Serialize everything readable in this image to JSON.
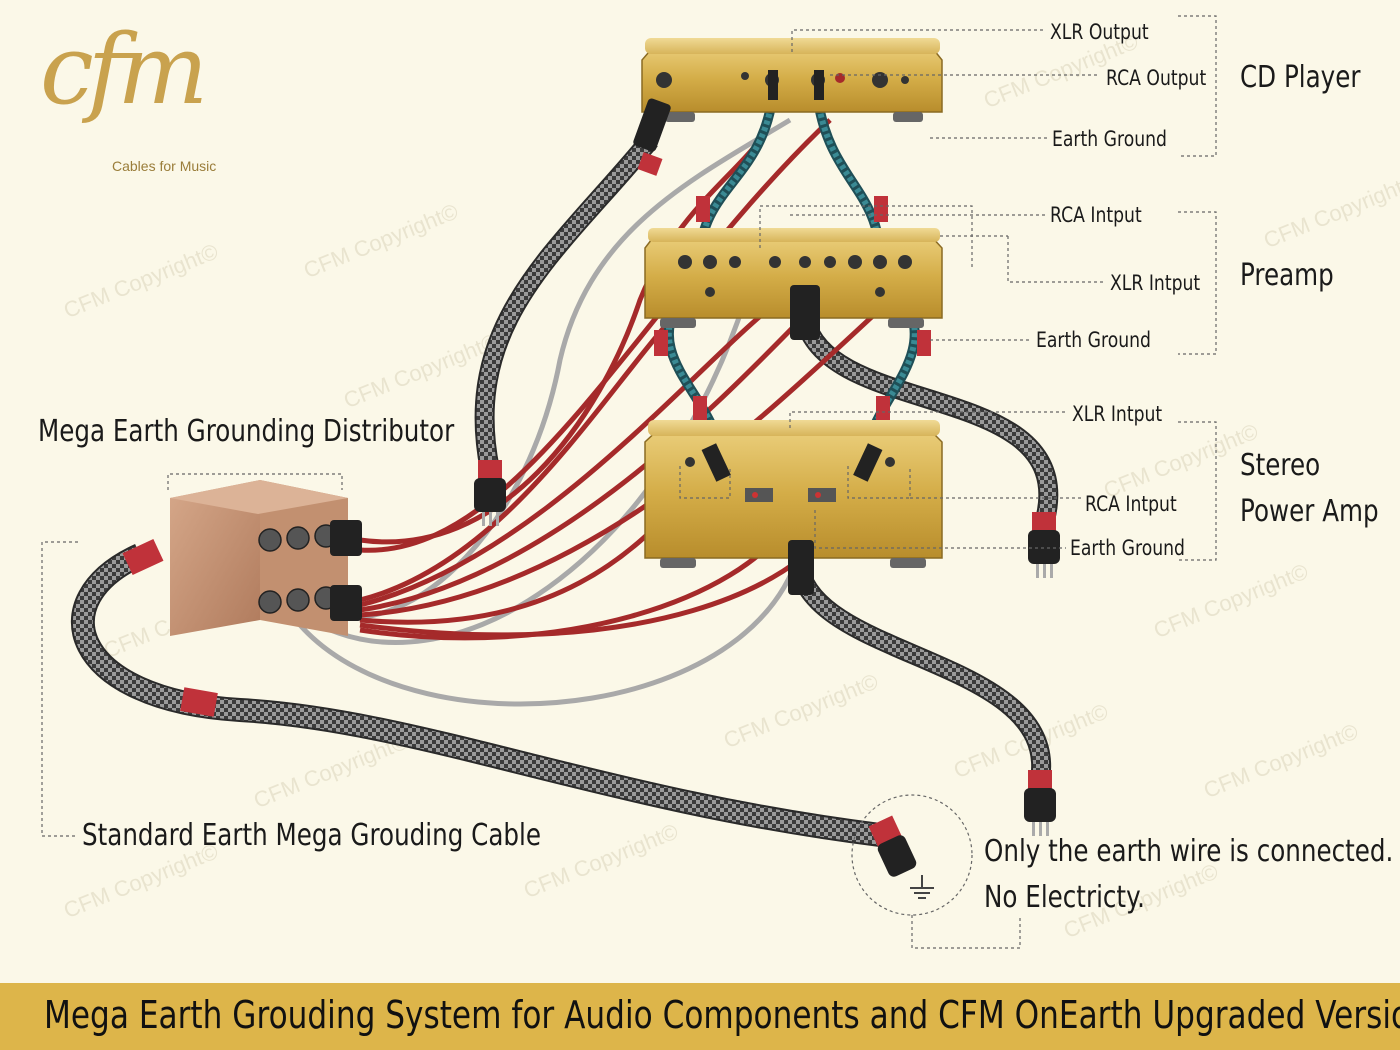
{
  "logo": {
    "mark": "cfm",
    "tagline": "Cables for Music"
  },
  "watermark": "CFM Copyright©",
  "components": {
    "cd_player": {
      "name": "CD Player",
      "ports": [
        "XLR Output",
        "RCA Output",
        "Earth Ground"
      ]
    },
    "preamp": {
      "name": "Preamp",
      "ports": [
        "RCA Intput",
        "XLR Intput",
        "Earth Ground"
      ]
    },
    "power_amp": {
      "name_line1": "Stereo",
      "name_line2": "Power Amp",
      "ports": [
        "XLR Intput",
        "RCA Intput",
        "Earth Ground"
      ]
    }
  },
  "distributor": {
    "label": "Mega Earth Grounding Distributor"
  },
  "grounding_cable": {
    "label": "Standard Earth Mega Grouding Cable"
  },
  "note": {
    "line1": "Only the earth wire is connected.",
    "line2": "No Electricty."
  },
  "footer": {
    "title": "Mega Earth Grouding System for Audio Components and CFM OnEarth Upgraded Version Cables"
  },
  "colors": {
    "background": "#fbf8e8",
    "gold": "#d9b54f",
    "cable_red": "#a52a2a",
    "cable_teal": "#2a6f78",
    "cable_grey": "#a8a8a8",
    "footer": "#ddb54a"
  }
}
